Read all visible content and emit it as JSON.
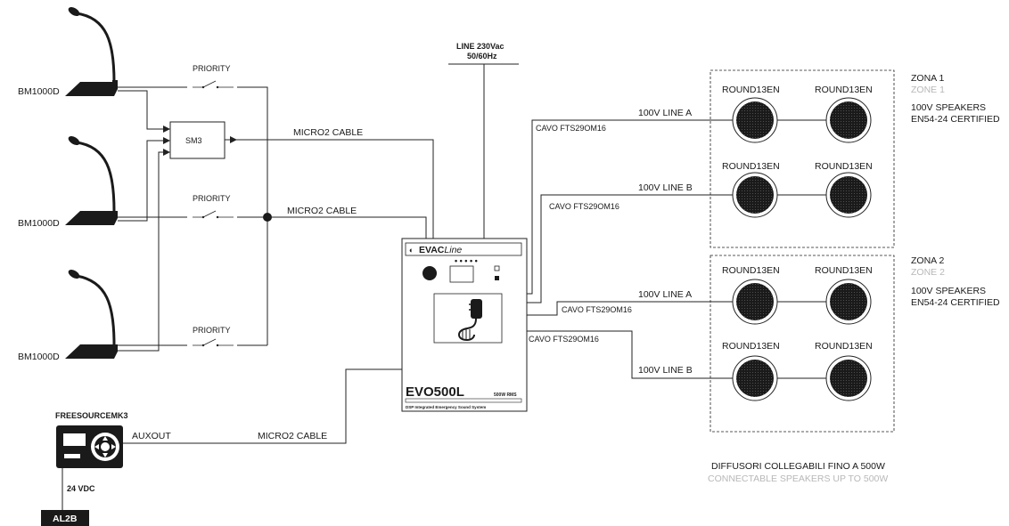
{
  "mic_stations": [
    {
      "label": "BM1000D"
    },
    {
      "label": "BM1000D"
    },
    {
      "label": "BM1000D"
    }
  ],
  "priority_switches": [
    {
      "label": "PRIORITY"
    },
    {
      "label": "PRIORITY"
    },
    {
      "label": "PRIORITY"
    }
  ],
  "sm3": {
    "label": "SM3"
  },
  "cables": {
    "micro2_top": "MICRO2 CABLE",
    "micro2_middle": "MICRO2 CABLE",
    "micro2_bottom": "MICRO2 CABLE"
  },
  "power": {
    "line1": "LINE 230Vac",
    "line2": "50/60Hz"
  },
  "evo": {
    "brand_prefix": "EVAC",
    "brand_suffix": "Line",
    "model": "EVO500L",
    "power_rating": "500W RMS",
    "subtitle": "DSP Integrated Emergency Sound System",
    "indicator": "• • •  • •"
  },
  "source": {
    "label": "FREESOURCEMK3",
    "aux": "AUXOUT",
    "voltage": "24 VDC"
  },
  "psu": {
    "label": "AL2B"
  },
  "lines": [
    {
      "label": "100V LINE A",
      "cable": "CAVO FTS29OM16"
    },
    {
      "label": "100V LINE B",
      "cable": "CAVO FTS29OM16"
    },
    {
      "label": "100V LINE A",
      "cable": "CAVO FTS29OM16"
    },
    {
      "label": "100V LINE B",
      "cable": "CAVO FTS29OM16"
    }
  ],
  "speaker_label": "ROUND13EN",
  "speakers": [
    {
      "label": "ROUND13EN"
    },
    {
      "label": "ROUND13EN"
    },
    {
      "label": "ROUND13EN"
    },
    {
      "label": "ROUND13EN"
    },
    {
      "label": "ROUND13EN"
    },
    {
      "label": "ROUND13EN"
    },
    {
      "label": "ROUND13EN"
    },
    {
      "label": "ROUND13EN"
    }
  ],
  "zones": [
    {
      "it": "ZONA 1",
      "en": "ZONE 1",
      "spec1": "100V SPEAKERS",
      "spec2": "EN54-24 CERTIFIED"
    },
    {
      "it": "ZONA 2",
      "en": "ZONE 2",
      "spec1": "100V SPEAKERS",
      "spec2": "EN54-24 CERTIFIED"
    }
  ],
  "footer": {
    "it": "DIFFUSORI COLLEGABILI FINO A 500W",
    "en": "CONNECTABLE SPEAKERS UP TO 500W"
  },
  "colors": {
    "line": "#222222",
    "grey_text": "#b8b8b8",
    "dark_fill": "#1a1a1a"
  }
}
